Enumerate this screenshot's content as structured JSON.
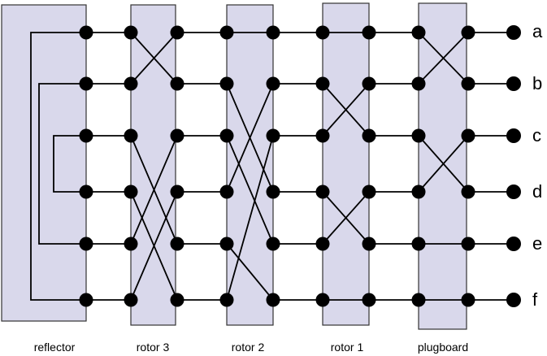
{
  "colors": {
    "component_fill": "#d9d8eb",
    "wire": "#000000",
    "node": "#000000"
  },
  "components": [
    {
      "id": "reflector",
      "label": "reflector"
    },
    {
      "id": "rotor3",
      "label": "rotor 3"
    },
    {
      "id": "rotor2",
      "label": "rotor 2"
    },
    {
      "id": "rotor1",
      "label": "rotor 1"
    },
    {
      "id": "plugboard",
      "label": "plugboard"
    }
  ],
  "lines": [
    {
      "label": "a"
    },
    {
      "label": "b"
    },
    {
      "label": "c"
    },
    {
      "label": "d"
    },
    {
      "label": "e"
    },
    {
      "label": "f"
    }
  ],
  "wiring": {
    "reflector": [
      [
        0,
        5
      ],
      [
        1,
        4
      ],
      [
        2,
        3
      ]
    ],
    "rotor3": [
      1,
      0,
      4,
      5,
      2,
      3
    ],
    "rotor2": [
      0,
      3,
      4,
      1,
      5,
      2
    ],
    "rotor1": [
      0,
      2,
      1,
      4,
      3,
      5
    ],
    "plugboard": [
      1,
      0,
      3,
      2,
      4,
      5
    ]
  }
}
